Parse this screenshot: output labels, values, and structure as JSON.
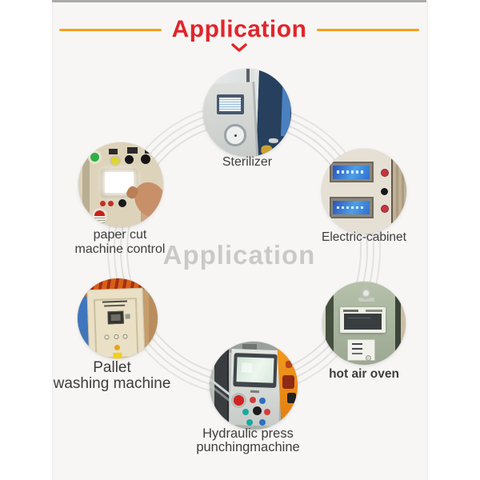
{
  "page": {
    "title": "Application",
    "watermark": "Application"
  },
  "items": [
    {
      "id": "sterilizer",
      "line1": "Sterilizer",
      "line2": ""
    },
    {
      "id": "paper-cut",
      "line1": "paper cut",
      "line2": "machine control"
    },
    {
      "id": "electric-cabinet",
      "line1": "Electric-cabinet",
      "line2": ""
    },
    {
      "id": "pallet-washing",
      "line1": "Pallet",
      "line2": "washing machine"
    },
    {
      "id": "hot-air-oven",
      "line1": "hot air oven",
      "line2": ""
    },
    {
      "id": "hydraulic-press",
      "line1": "Hydraulic press",
      "line2": "punchingmachine"
    }
  ],
  "colors": {
    "accent_red": "#e2242b",
    "accent_orange": "#f8a01e",
    "watermark_gray": "#c9c9c9",
    "label_text": "#3d3d3d",
    "page_background": "#f7f6f4",
    "top_bar": "#ababab"
  }
}
